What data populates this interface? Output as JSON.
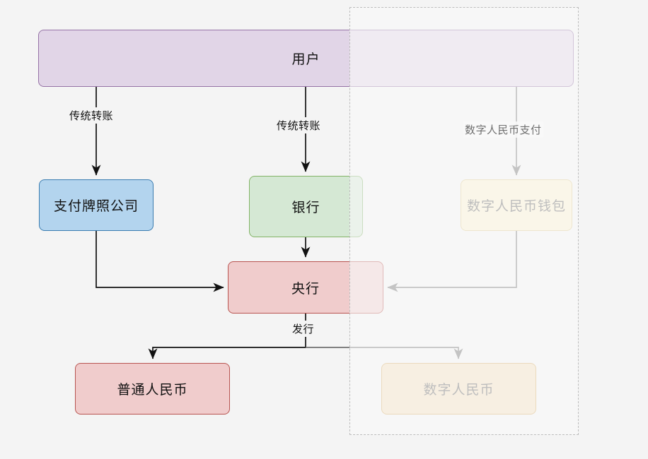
{
  "diagram": {
    "type": "flowchart",
    "background_color": "#f4f4f4",
    "nodes": [
      {
        "id": "user",
        "label": "用户",
        "fill": "#e1d5e7",
        "stroke": "#9673a6",
        "text_color": "#111111"
      },
      {
        "id": "pay",
        "label": "支付牌照公司",
        "fill": "#b3d4ee",
        "stroke": "#3a7cb0",
        "text_color": "#111111"
      },
      {
        "id": "bank",
        "label": "银行",
        "fill": "#d5e8d4",
        "stroke": "#82b366",
        "text_color": "#111111"
      },
      {
        "id": "wallet",
        "label": "数字人民币钱包",
        "fill": "#fcf2cf",
        "stroke": "#dcc88b",
        "text_color": "#5f5f5f"
      },
      {
        "id": "pboc",
        "label": "央行",
        "fill": "#f0cccc",
        "stroke": "#b85450",
        "text_color": "#111111"
      },
      {
        "id": "rmb",
        "label": "普通人民币",
        "fill": "#f0cccc",
        "stroke": "#b85450",
        "text_color": "#111111"
      },
      {
        "id": "drmb",
        "label": "数字人民币",
        "fill": "#f5dfbd",
        "stroke": "#d6a85c",
        "text_color": "#5f5f5f"
      }
    ],
    "edges": [
      {
        "id": "user-pay",
        "from": "user",
        "to": "pay",
        "label": "传统转账",
        "color": "#111111"
      },
      {
        "id": "user-bank",
        "from": "user",
        "to": "bank",
        "label": "传统转账",
        "color": "#111111"
      },
      {
        "id": "user-wallet",
        "from": "user",
        "to": "wallet",
        "label": "数字人民币支付",
        "color": "#6f6f6f"
      },
      {
        "id": "pay-pboc",
        "from": "pay",
        "to": "pboc",
        "label": "",
        "color": "#111111"
      },
      {
        "id": "bank-pboc",
        "from": "bank",
        "to": "pboc",
        "label": "",
        "color": "#111111"
      },
      {
        "id": "wallet-pboc",
        "from": "wallet",
        "to": "pboc",
        "label": "",
        "color": "#6f6f6f"
      },
      {
        "id": "pboc-rmb",
        "from": "pboc",
        "to": "rmb",
        "label": "发行",
        "color": "#111111"
      },
      {
        "id": "pboc-drmb",
        "from": "pboc",
        "to": "drmb",
        "label": "",
        "color": "#6f6f6f"
      }
    ],
    "group_region": {
      "id": "digital-rmb-region",
      "label": "",
      "border_style": "dashed",
      "border_color": "#bdbdbd"
    }
  }
}
